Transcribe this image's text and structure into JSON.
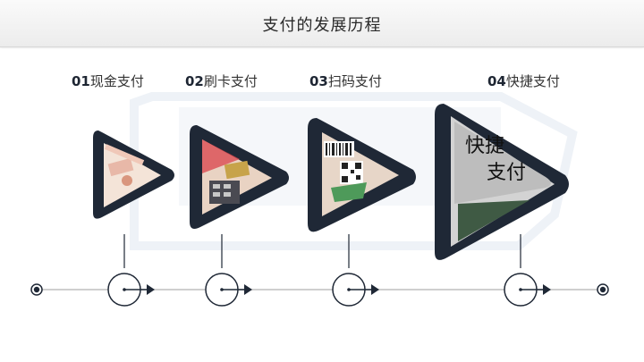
{
  "page_title": "支付的发展历程",
  "colors": {
    "dark_navy": "#1f2836",
    "timeline": "#bfbfbf",
    "watermark": "#eef2f7",
    "panel_grey": "#c9c9c9",
    "panel_green": "#3f5a44"
  },
  "steps": [
    {
      "num": "01",
      "label": "现金支付",
      "icon": "cash-photo"
    },
    {
      "num": "02",
      "label": "刷卡支付",
      "icon": "card-terminal-photo"
    },
    {
      "num": "03",
      "label": "扫码支付",
      "icon": "qr-code-photo"
    },
    {
      "num": "04",
      "label": "快捷支付",
      "icon": "quick-pay-panel"
    }
  ],
  "quick_pay_panel": {
    "line1": "快捷",
    "line2": "支付"
  }
}
